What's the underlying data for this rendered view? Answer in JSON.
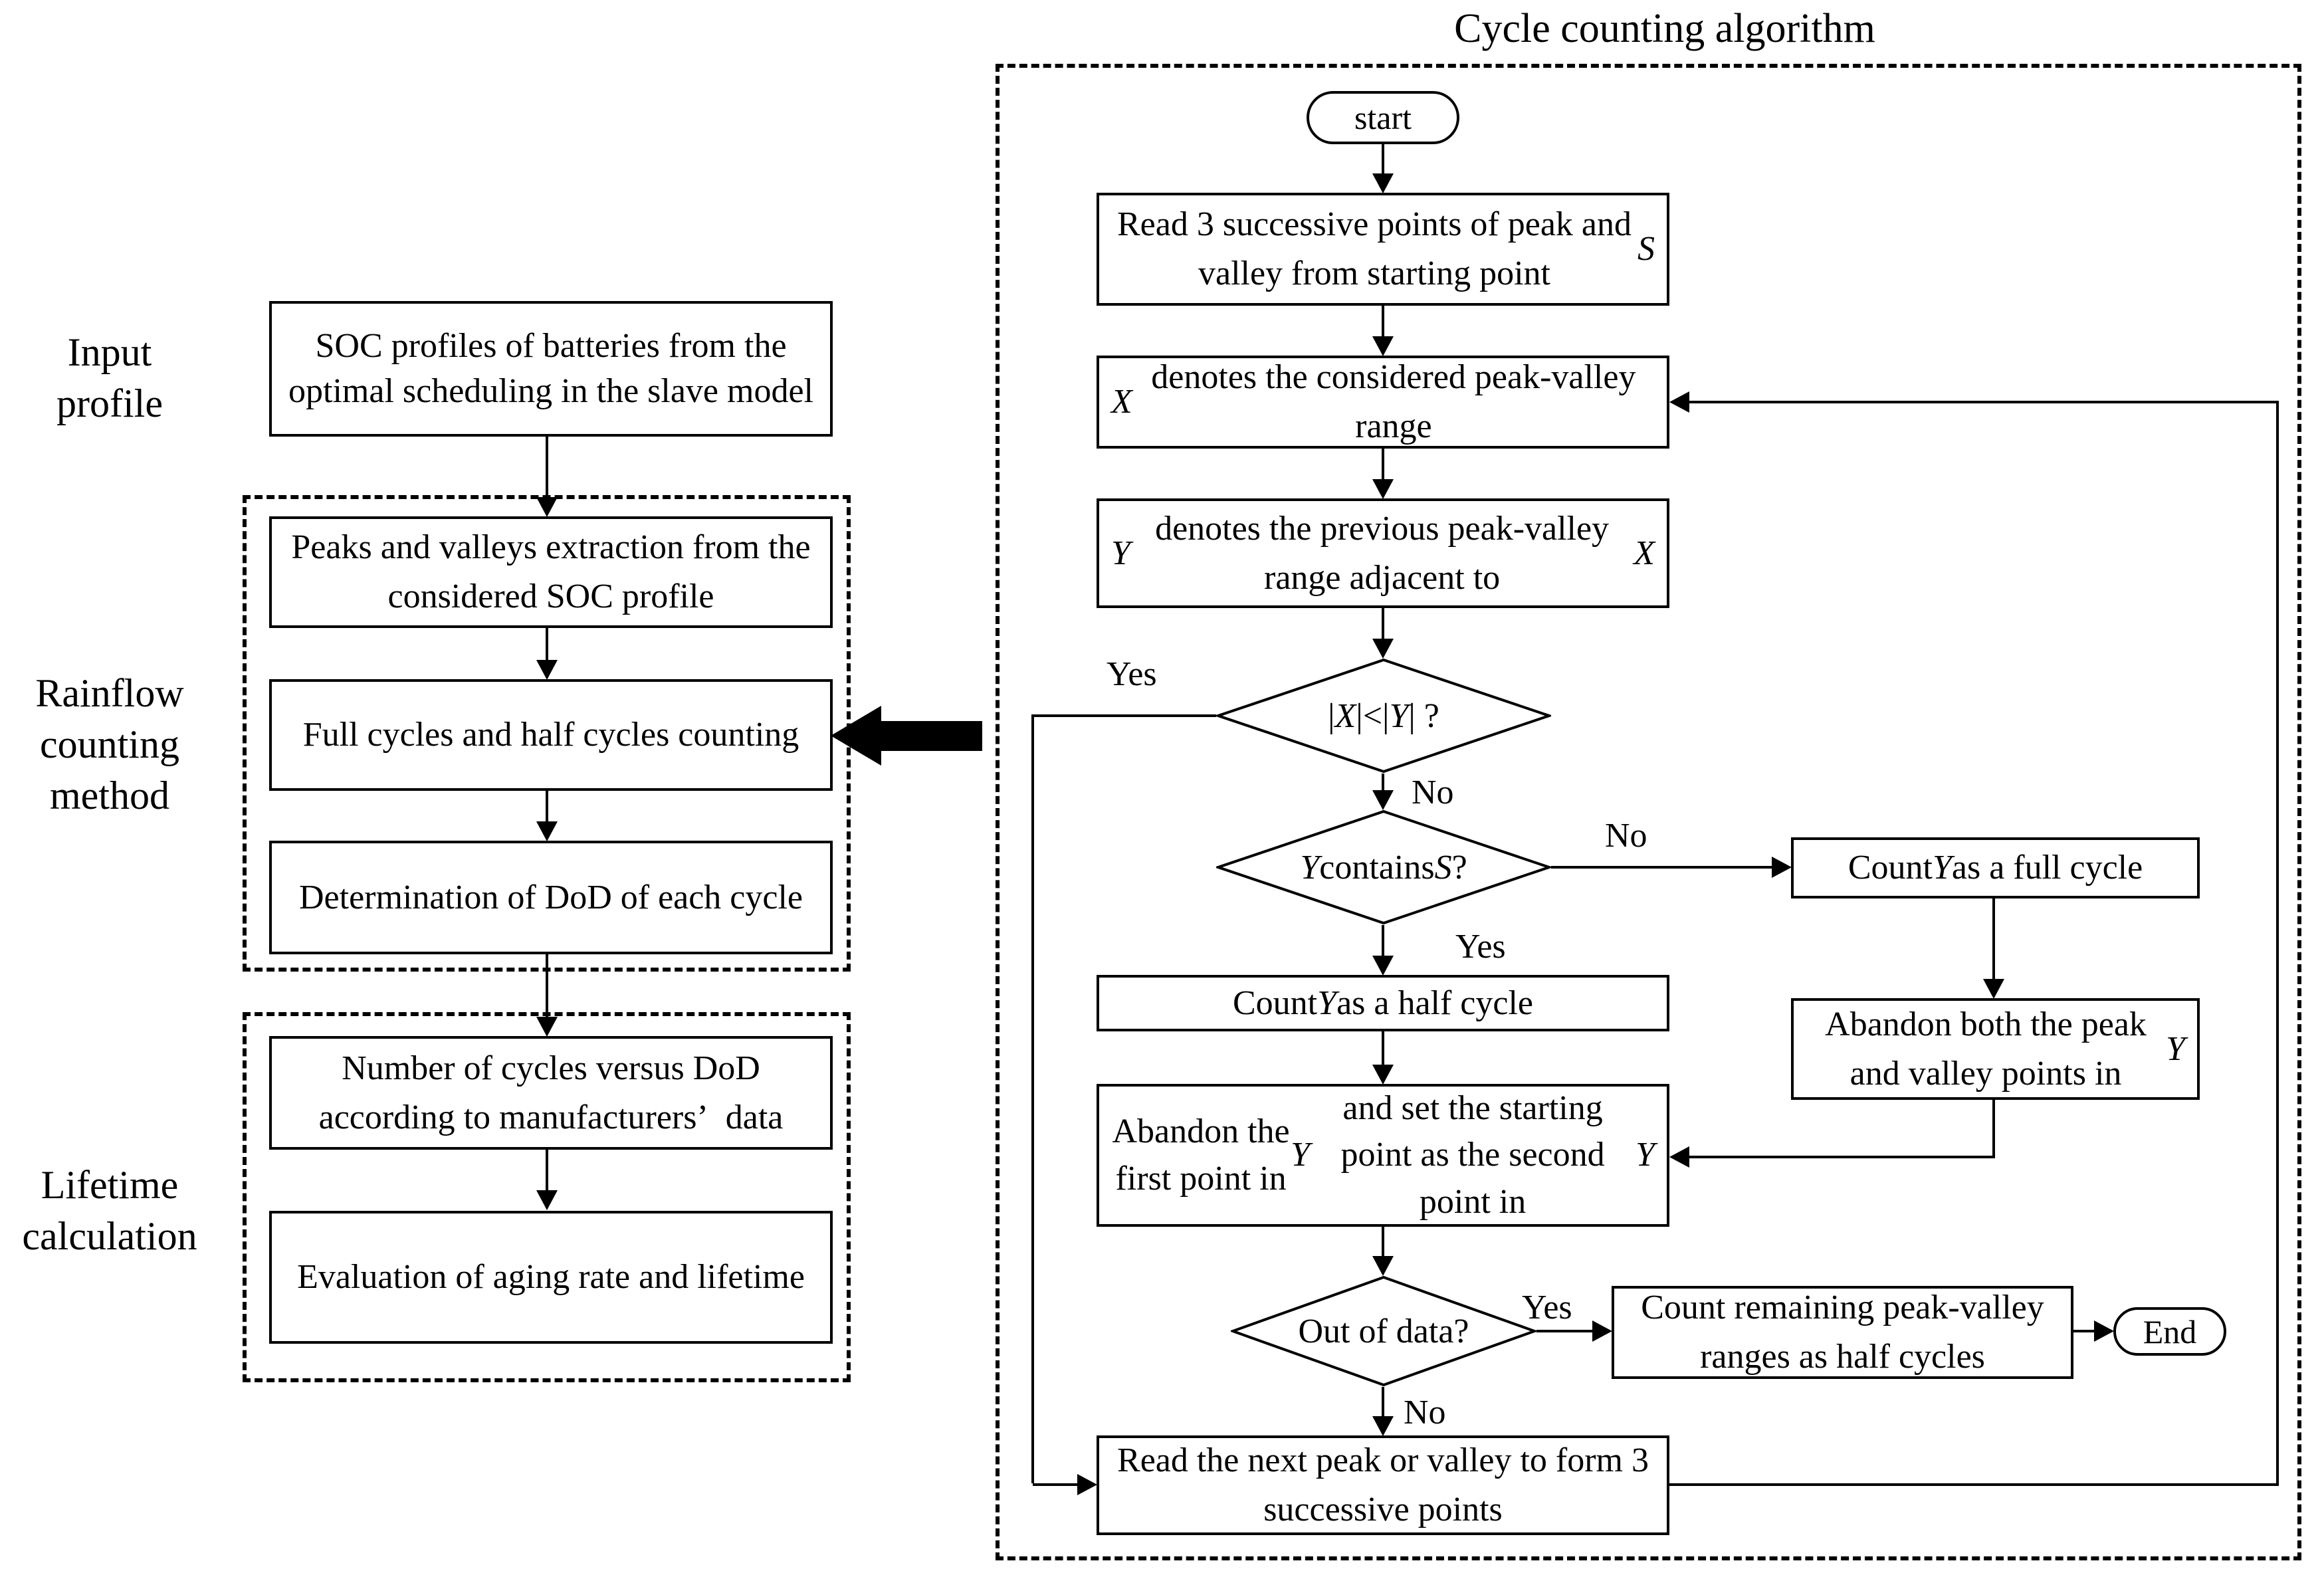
{
  "title": "Cycle counting algorithm",
  "colors": {
    "ink": "#000000",
    "paper": "#ffffff"
  },
  "left_panel": {
    "labels": {
      "input_profile": "Input\nprofile",
      "rainflow": "Rainflow\ncounting\nmethod",
      "lifetime": "Lifetime\ncalculation"
    },
    "boxes": {
      "soc_profiles": "SOC profiles of batteries from the optimal scheduling in the slave model",
      "peaks_valleys": "Peaks and valleys extraction from the considered SOC profile",
      "full_half_counting": "Full cycles and half cycles counting",
      "dod_determination": "Determination of DoD of each cycle",
      "cycles_vs_dod": "Number of cycles versus DoD according to manufacturers’ data",
      "aging_evaluation": "Evaluation of aging rate and lifetime"
    }
  },
  "flowchart": {
    "start_label": "start",
    "end_label": "End",
    "nodes": {
      "read3": "Read 3 successive points of peak and valley from starting point *S*",
      "x_denotes": "*X* denotes the considered peak-valley range",
      "y_denotes": "*Y* denotes the previous peak-valley range adjacent to *X*",
      "d1": "|*X*|<|*Y*| ?",
      "d2": "*Y* contains *S*?",
      "count_full": "Count *Y* as a full cycle",
      "abandon_both": "Abandon both the peak and valley points in *Y*",
      "count_half": "Count *Y* as a half cycle",
      "abandon_first": "Abandon the first point in *Y* and set the starting point as the second point in *Y*",
      "d3": "Out of data?",
      "count_remaining": "Count remaining peak-valley ranges as half cycles",
      "read_next": "Read the next peak or valley to form 3 successive points"
    },
    "edge_labels": {
      "d1_yes": "Yes",
      "d1_no": "No",
      "d2_no": "No",
      "d2_yes": "Yes",
      "d3_yes": "Yes",
      "d3_no": "No"
    }
  }
}
